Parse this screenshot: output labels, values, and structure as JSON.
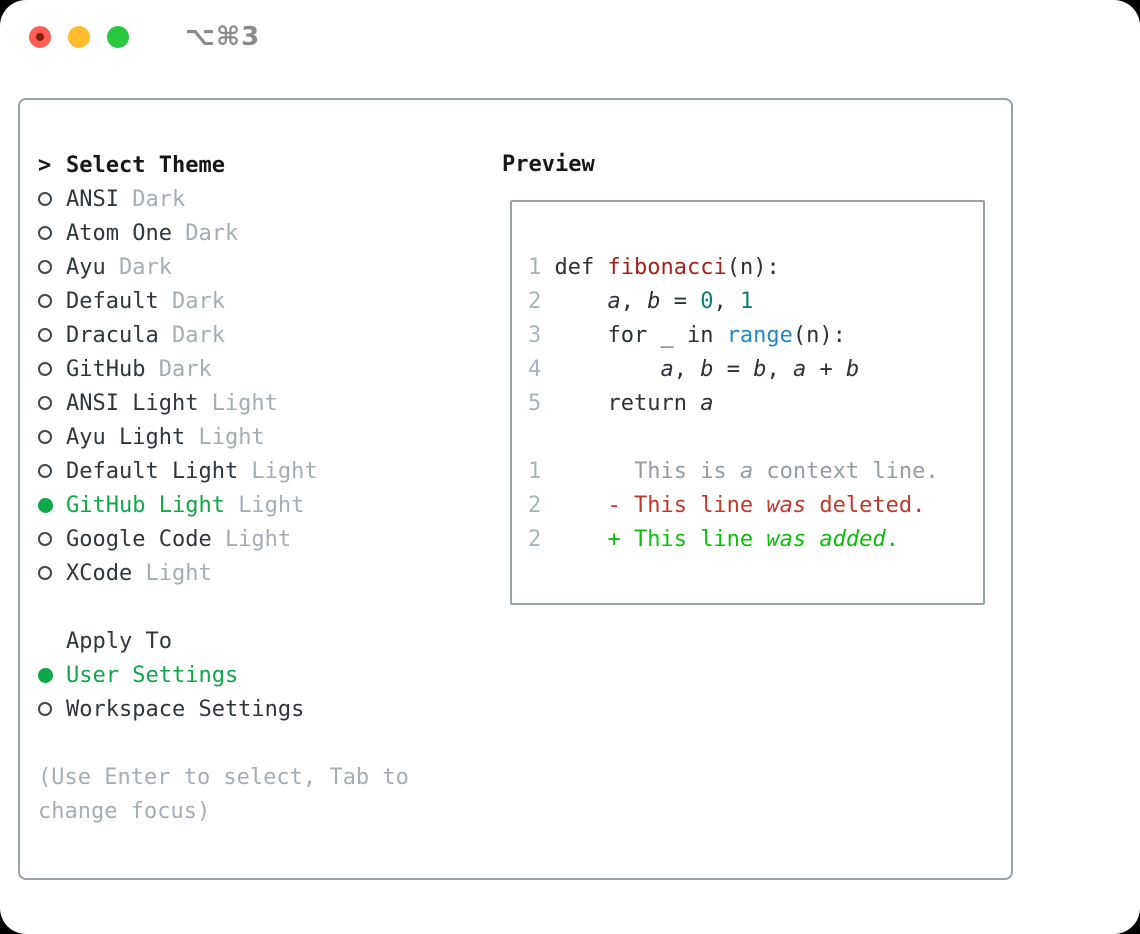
{
  "window": {
    "shortcut_label": "⌥⌘3"
  },
  "colors": {
    "traffic_red": "#ff5e56",
    "traffic_red_dot": "#851c12",
    "traffic_yellow": "#ffbc2d",
    "traffic_green": "#29c83f",
    "ui_green": "#10a64a",
    "text_dark": "#2f363d",
    "text_muted": "#a4adb6",
    "border_gray": "#99a2ac",
    "shortcut_gray": "#8b8b8b",
    "code": "#2b3137",
    "fn": "#a8201d",
    "num": "#0f7d74",
    "blue": "#1f89c9",
    "gray": "#949ca4",
    "red": "#c0392b",
    "green": "#0cbe0c",
    "lnum": "#a9b3bd"
  },
  "theme_section": {
    "marker": ">",
    "title": "Select Theme",
    "items": [
      {
        "name": "ANSI",
        "variant": "Dark",
        "selected": false
      },
      {
        "name": "Atom One",
        "variant": "Dark",
        "selected": false
      },
      {
        "name": "Ayu",
        "variant": "Dark",
        "selected": false
      },
      {
        "name": "Default",
        "variant": "Dark",
        "selected": false
      },
      {
        "name": "Dracula",
        "variant": "Dark",
        "selected": false
      },
      {
        "name": "GitHub",
        "variant": "Dark",
        "selected": false
      },
      {
        "name": "ANSI Light",
        "variant": "Light",
        "selected": false
      },
      {
        "name": "Ayu Light",
        "variant": "Light",
        "selected": false
      },
      {
        "name": "Default Light",
        "variant": "Light",
        "selected": false
      },
      {
        "name": "GitHub Light",
        "variant": "Light",
        "selected": true
      },
      {
        "name": "Google Code",
        "variant": "Light",
        "selected": false
      },
      {
        "name": "XCode",
        "variant": "Light",
        "selected": false
      }
    ]
  },
  "apply_section": {
    "title": "Apply To",
    "items": [
      {
        "name": "User Settings",
        "selected": true
      },
      {
        "name": "Workspace Settings",
        "selected": false
      }
    ]
  },
  "help": {
    "line1": "(Use Enter to select, Tab to",
    "line2": "change focus)"
  },
  "preview": {
    "title": "Preview",
    "lines": [
      {
        "num": "1",
        "segs": [
          {
            "t": " def ",
            "c": "code"
          },
          {
            "t": "fibonacci",
            "c": "fn"
          },
          {
            "t": "(n):",
            "c": "code"
          }
        ]
      },
      {
        "num": "2",
        "segs": [
          {
            "t": "     ",
            "c": "code"
          },
          {
            "t": "a",
            "c": "code",
            "i": true
          },
          {
            "t": ", ",
            "c": "code"
          },
          {
            "t": "b",
            "c": "code",
            "i": true
          },
          {
            "t": " = ",
            "c": "code"
          },
          {
            "t": "0",
            "c": "num"
          },
          {
            "t": ", ",
            "c": "code"
          },
          {
            "t": "1",
            "c": "num"
          }
        ]
      },
      {
        "num": "3",
        "segs": [
          {
            "t": "     for _ in ",
            "c": "code"
          },
          {
            "t": "range",
            "c": "blue"
          },
          {
            "t": "(n):",
            "c": "code"
          }
        ]
      },
      {
        "num": "4",
        "segs": [
          {
            "t": "         ",
            "c": "code"
          },
          {
            "t": "a",
            "c": "code",
            "i": true
          },
          {
            "t": ", ",
            "c": "code"
          },
          {
            "t": "b",
            "c": "code",
            "i": true
          },
          {
            "t": " = ",
            "c": "code"
          },
          {
            "t": "b",
            "c": "code",
            "i": true
          },
          {
            "t": ", ",
            "c": "code"
          },
          {
            "t": "a",
            "c": "code",
            "i": true
          },
          {
            "t": " + ",
            "c": "code"
          },
          {
            "t": "b",
            "c": "code",
            "i": true
          }
        ]
      },
      {
        "num": "5",
        "segs": [
          {
            "t": "     return ",
            "c": "code"
          },
          {
            "t": "a",
            "c": "code",
            "i": true
          }
        ]
      },
      {
        "num": "",
        "segs": []
      },
      {
        "num": "1",
        "segs": [
          {
            "t": "       This is ",
            "c": "gray"
          },
          {
            "t": "a",
            "c": "gray",
            "i": true
          },
          {
            "t": " context line.",
            "c": "gray"
          }
        ]
      },
      {
        "num": "2",
        "segs": [
          {
            "t": "     - This line ",
            "c": "red"
          },
          {
            "t": "was",
            "c": "red",
            "i": true
          },
          {
            "t": " deleted.",
            "c": "red"
          }
        ]
      },
      {
        "num": "2",
        "segs": [
          {
            "t": "     + This line ",
            "c": "green"
          },
          {
            "t": "was",
            "c": "green",
            "i": true
          },
          {
            "t": " ",
            "c": "green"
          },
          {
            "t": "added",
            "c": "green",
            "i": true
          },
          {
            "t": ".",
            "c": "green"
          }
        ]
      }
    ]
  }
}
